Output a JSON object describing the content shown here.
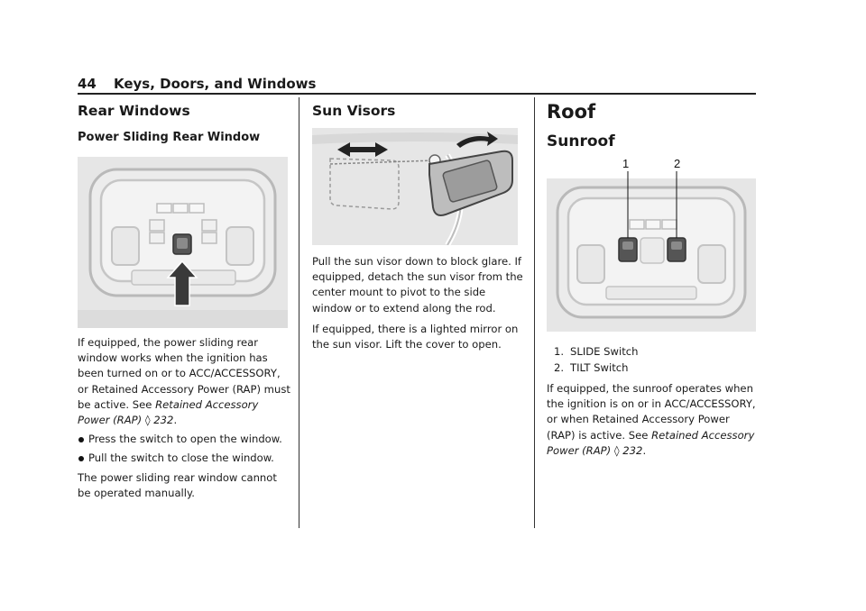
{
  "header": {
    "page_number": "44",
    "section_title": "Keys, Doors, and Windows"
  },
  "col1": {
    "heading": "Rear Windows",
    "subheading": "Power Sliding Rear Window",
    "para1_text": "If equipped, the power sliding rear window works when the ignition has been turned on or to ACC/ACCESSORY, or Retained Accessory Power (RAP) must be active. See ",
    "para1_ref": "Retained Accessory Power (RAP)",
    "para1_page": "232",
    "ref_arrow": "◊",
    "bullets": [
      "Press the switch to open the window.",
      "Pull the switch to close the window."
    ],
    "para2": "The power sliding rear window cannot be operated manually."
  },
  "col2": {
    "heading": "Sun Visors",
    "para1": "Pull the sun visor down to block glare. If equipped, detach the sun visor from the center mount to pivot to the side window or to extend along the rod.",
    "para2": "If equipped, there is a lighted mirror on the sun visor. Lift the cover to open."
  },
  "col3": {
    "heading": "Roof",
    "subheading": "Sunroof",
    "callout_1": "1",
    "callout_2": "2",
    "list": [
      {
        "n": "1.",
        "label": "SLIDE Switch"
      },
      {
        "n": "2.",
        "label": "TILT Switch"
      }
    ],
    "para1_text": "If equipped, the sunroof operates when the ignition is on or in ACC/ACCESSORY, or when Retained Accessory Power (RAP) is active. See ",
    "para1_ref": "Retained Accessory Power (RAP)",
    "para1_page": "232",
    "ref_arrow": "◊"
  }
}
